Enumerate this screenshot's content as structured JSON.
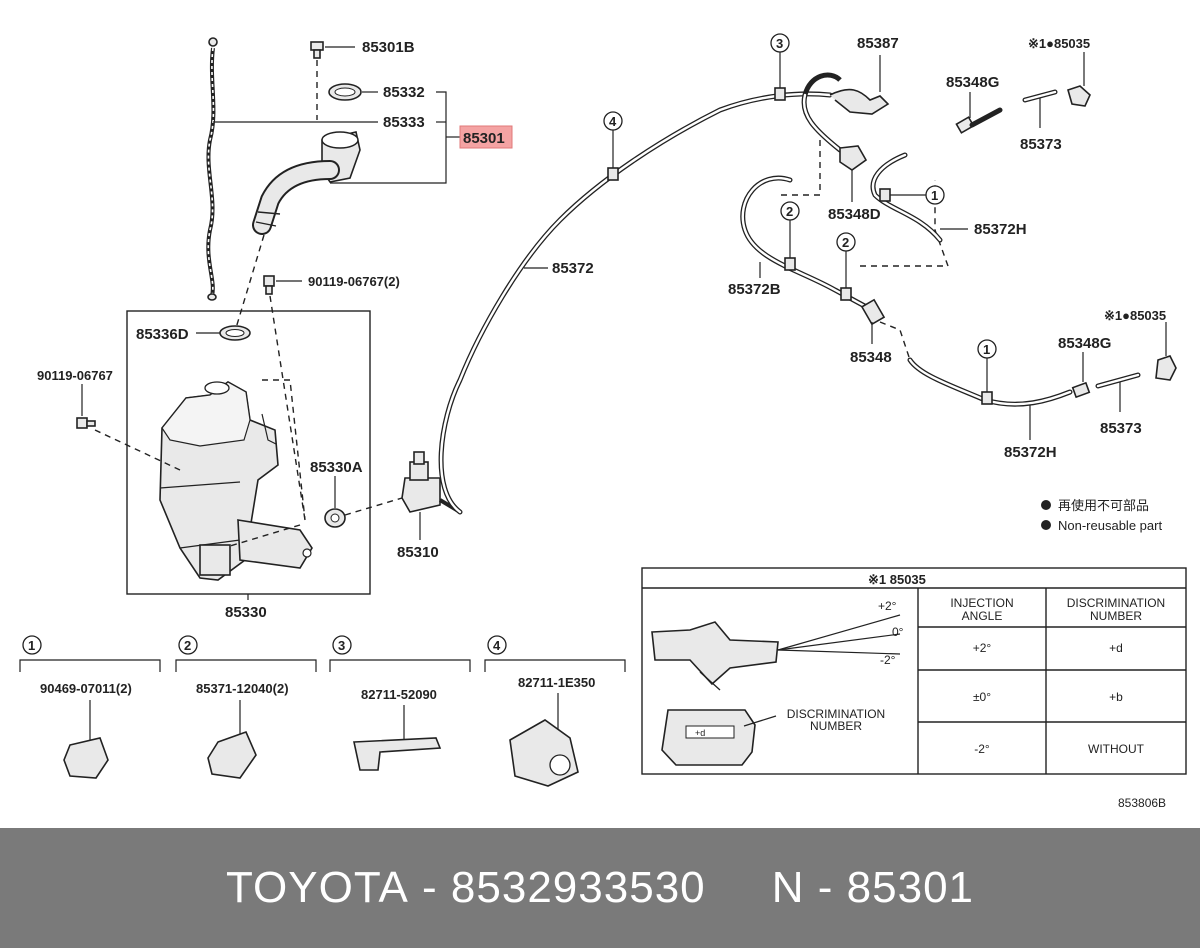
{
  "labels": {
    "p85301B": "85301B",
    "p85332": "85332",
    "p85333": "85333",
    "p85301": "85301",
    "p90119_06767_2": "90119-06767(2)",
    "p85336D": "85336D",
    "p90119_06767": "90119-06767",
    "p85330A": "85330A",
    "p85310": "85310",
    "p85330": "85330",
    "p85372": "85372",
    "p85387": "85387",
    "p85348D": "85348D",
    "p85372B": "85372B",
    "p85348": "85348",
    "p85348G_top": "85348G",
    "p85373_top": "85373",
    "p85372H_top": "85372H",
    "p85035_top": "※1●85035",
    "p85035_mid": "※1●85035",
    "p85348G_mid": "85348G",
    "p85373_mid": "85373",
    "p85372H_mid": "85372H"
  },
  "callouts": {
    "c1": "1",
    "c2": "2",
    "c3": "3",
    "c4": "4"
  },
  "legend": {
    "line_jp": "再使用不可部品",
    "line_en": "Non-reusable part"
  },
  "clips": [
    {
      "num": "1",
      "part": "90469-07011(2)"
    },
    {
      "num": "2",
      "part": "85371-12040(2)"
    },
    {
      "num": "3",
      "part": "82711-52090"
    },
    {
      "num": "4",
      "part": "82711-1E350"
    }
  ],
  "table": {
    "title": "※1 85035",
    "col1_l1": "INJECTION",
    "col1_l2": "ANGLE",
    "col2_l1": "DISCRIMINATION",
    "col2_l2": "NUMBER",
    "rows": [
      {
        "angle": "+2°",
        "num": "+d"
      },
      {
        "angle": "±0°",
        "num": "+b"
      },
      {
        "angle": "-2°",
        "num": "WITHOUT"
      }
    ],
    "angle_top": "+2°",
    "angle_mid": "0°",
    "angle_bot": "-2°",
    "disc_l1": "DISCRIMINATION",
    "disc_l2": "NUMBER",
    "chip_text": "+d"
  },
  "figure_code": "853806B",
  "footer": {
    "brand": "TOYOTA",
    "sep1": " - ",
    "part_no": "8532933530",
    "gap": "     ",
    "n_prefix": "N",
    "sep2": " - ",
    "n_no": "85301"
  },
  "colors": {
    "highlight_fill": "#f4a3a3",
    "highlight_stroke": "#e07a7a",
    "footer_bg": "#7a7a7a",
    "footer_text": "#ffffff"
  }
}
